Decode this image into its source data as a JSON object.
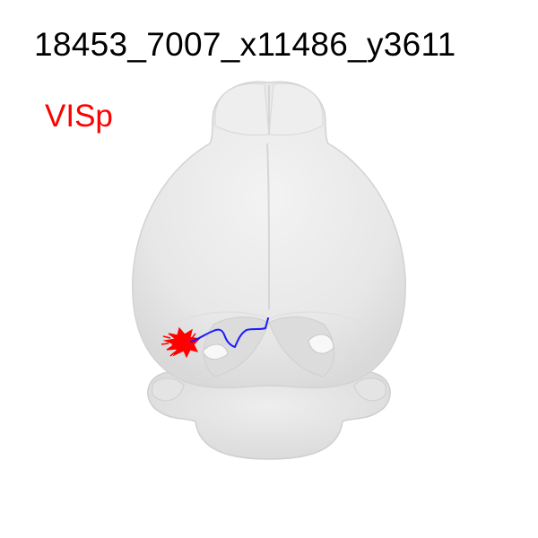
{
  "figure": {
    "title": "18453_7007_x11486_y3611",
    "region_label": "VISp"
  },
  "colors": {
    "background": "#ffffff",
    "title": "#000000",
    "region_label": "#ff0000",
    "brain_fill": "#e6e6e6",
    "brain_edge": "#d4d4d4",
    "soma_cluster": "#ff0000",
    "axon_trace": "#1a1aff"
  },
  "icons": {
    "brain": "brain-outline-3d-dorsal",
    "soma": "dendrite-cluster",
    "axon": "axon-projection"
  }
}
